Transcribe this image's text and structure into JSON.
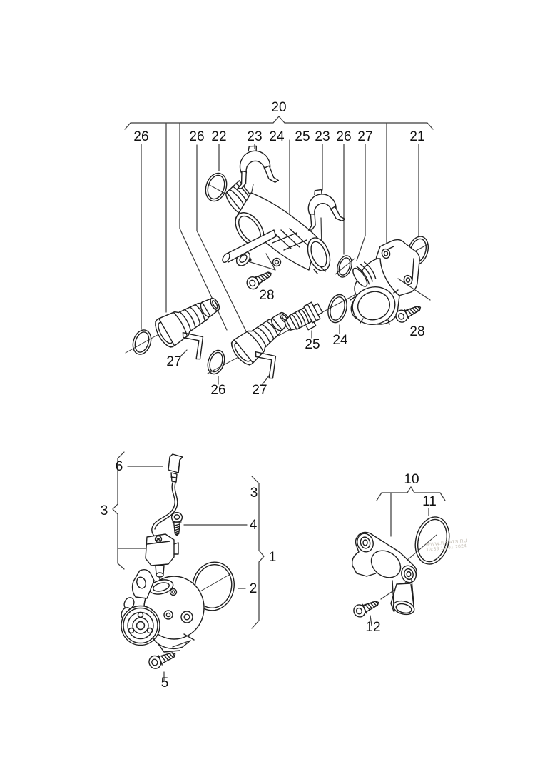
{
  "colors": {
    "line": "#1f1f1f",
    "watermark": "#c2bcb2",
    "background": "#ffffff"
  },
  "watermark": {
    "line1": "WWW.ILCATS.RU",
    "line2": "13:33 10.01.2024"
  },
  "labels": {
    "n20": "20",
    "row26a": "26",
    "row26b": "26",
    "row22": "22",
    "row23a": "23",
    "row24": "24",
    "row25": "25",
    "row23b": "23",
    "row26c": "26",
    "row27": "27",
    "row21": "21",
    "n28a": "28",
    "n28b": "28",
    "n27b": "27",
    "n26d": "26",
    "n27c": "27",
    "n25b": "25",
    "n24b": "24",
    "n6": "6",
    "n3a": "3",
    "n4": "4",
    "n3b": "3",
    "n1": "1",
    "n2": "2",
    "n5": "5",
    "n10": "10",
    "n11": "11",
    "n12": "12"
  }
}
